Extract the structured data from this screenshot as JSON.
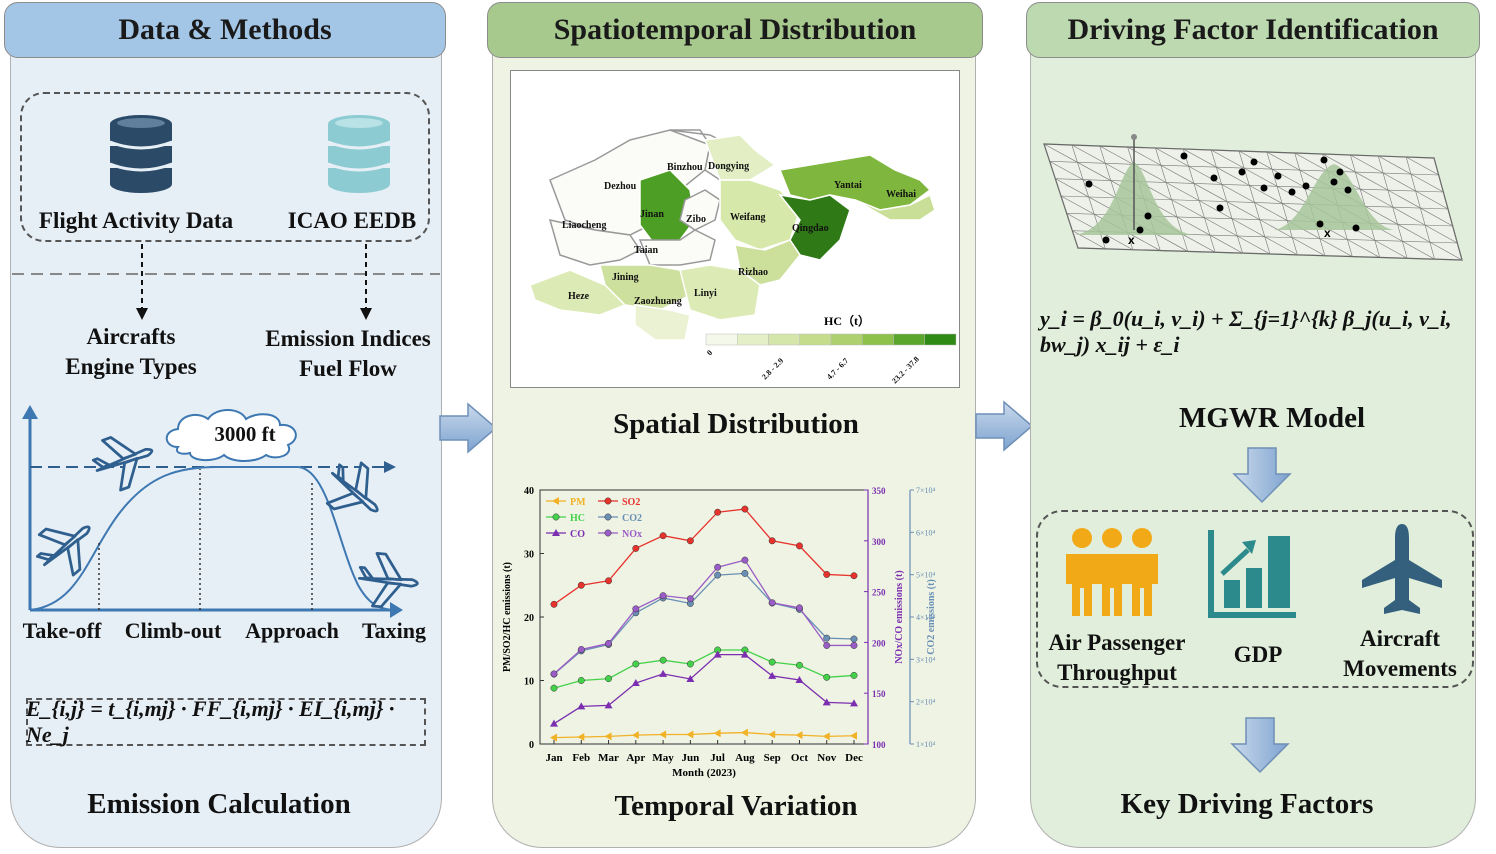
{
  "panels": {
    "data_methods": {
      "title": "Data & Methods",
      "db1_label": "Flight Activity Data",
      "db2_label": "ICAO EEDB",
      "out1_line1": "Aircrafts",
      "out1_line2": "Engine Types",
      "out2_line1": "Emission Indices",
      "out2_line2": "Fuel Flow",
      "altitude_label": "3000 ft",
      "phases": [
        "Take-off",
        "Climb-out",
        "Approach",
        "Taxing"
      ],
      "formula": "E_{i,j} = t_{i,mj} · FF_{i,mj} · EI_{i,mj} · Ne_j",
      "bottom_title": "Emission Calculation"
    },
    "spatiotemporal": {
      "title": "Spatiotemporal Distribution",
      "spatial_title": "Spatial Distribution",
      "temporal_title": "Temporal Variation"
    },
    "driving": {
      "title": "Driving Factor Identification",
      "model_title": "MGWR Model",
      "factors": [
        {
          "line1": "Air Passenger",
          "line2": "Throughput",
          "icon": "people-icon"
        },
        {
          "line1": "GDP",
          "line2": "",
          "icon": "bar-chart-icon"
        },
        {
          "line1": "Aircraft",
          "line2": "Movements",
          "icon": "airplane-icon"
        }
      ],
      "bottom_title": "Key Driving Factors"
    }
  },
  "map": {
    "cities": [
      "Binzhou",
      "Dongying",
      "Dezhou",
      "Yantai",
      "Weihai",
      "Jinan",
      "Zibo",
      "Weifang",
      "Liaocheng",
      "Qingdao",
      "Taian",
      "Rizhao",
      "Jining",
      "Heze",
      "Linyi",
      "Zaozhuang"
    ],
    "legend_title": "HC（t）",
    "legend_ticks": [
      "0",
      "2.8 - 2.9",
      "4.7 - 6.7",
      "23.2 - 37.8"
    ],
    "legend_colors": [
      "#f4f8ea",
      "#e4efc8",
      "#d4e6aa",
      "#c4dc8c",
      "#aed06e",
      "#8ec04c",
      "#5aa62c",
      "#2e8a14"
    ]
  },
  "chart_data": {
    "type": "line",
    "categories": [
      "Jan",
      "Feb",
      "Mar",
      "Apr",
      "May",
      "Jun",
      "Jul",
      "Aug",
      "Sep",
      "Oct",
      "Nov",
      "Dec"
    ],
    "xlabel": "Month (2023)",
    "ylabel_left": "PM/SO2/HC emissions (t)",
    "ylabel_right1": "NOx/CO emissions (t)",
    "ylabel_right2": "CO2 emissions (t)",
    "ylim_left": [
      0,
      40
    ],
    "ylim_right1": [
      100,
      350
    ],
    "ylim_right2": [
      10000,
      70000
    ],
    "left_ticks": [
      "0",
      "10",
      "20",
      "30",
      "40"
    ],
    "right1_ticks": [
      "100",
      "150",
      "200",
      "250",
      "300",
      "350"
    ],
    "right2_ticks": [
      "1×10⁴",
      "2×10⁴",
      "3×10⁴",
      "4×10⁴",
      "5×10⁴",
      "6×10⁴",
      "7×10⁴"
    ],
    "series": [
      {
        "name": "PM",
        "axis": "left",
        "color": "#f2b227",
        "marker": "triangle-left",
        "values": [
          1.0,
          1.1,
          1.2,
          1.4,
          1.5,
          1.5,
          1.7,
          1.8,
          1.5,
          1.4,
          1.2,
          1.3
        ]
      },
      {
        "name": "SO2",
        "axis": "left",
        "color": "#e8322c",
        "marker": "circle",
        "values": [
          22.0,
          25.0,
          25.7,
          30.8,
          32.8,
          32.0,
          36.5,
          37.0,
          32.0,
          31.2,
          26.7,
          26.5
        ]
      },
      {
        "name": "HC",
        "axis": "left",
        "color": "#44d14a",
        "marker": "circle",
        "values": [
          8.8,
          10.0,
          10.3,
          12.6,
          13.2,
          12.6,
          14.8,
          14.8,
          12.9,
          12.4,
          10.5,
          10.8
        ]
      },
      {
        "name": "CO2",
        "axis": "right2",
        "color": "#6a8fb5",
        "marker": "circle",
        "values": [
          26500,
          32000,
          33500,
          41000,
          44500,
          43200,
          49900,
          50300,
          43300,
          41800,
          35000,
          34800
        ]
      },
      {
        "name": "CO",
        "axis": "right1",
        "color": "#7b2fb0",
        "marker": "triangle",
        "values": [
          120,
          137,
          138,
          160,
          169,
          164,
          188,
          188,
          167,
          163,
          141,
          140
        ]
      },
      {
        "name": "NOx",
        "axis": "right1",
        "color": "#9a5cc6",
        "marker": "circle",
        "values": [
          169,
          193,
          199,
          233,
          246,
          243,
          274,
          281,
          239,
          234,
          197,
          197
        ]
      }
    ],
    "legend_position": "top-left"
  },
  "formula_mgwr": "y_i = β_0(u_i, v_i) + Σ_{j=1}^{k} β_j(u_i, v_i, bw_j) x_ij + ε_i"
}
